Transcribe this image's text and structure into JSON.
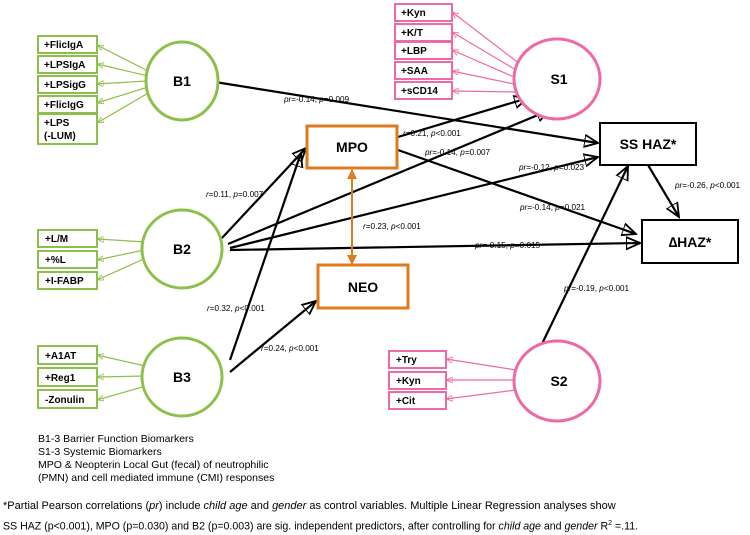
{
  "nodes": {
    "B1": "B1",
    "B2": "B2",
    "B3": "B3",
    "S1": "S1",
    "S2": "S2",
    "MPO": "MPO",
    "NEO": "NEO",
    "SSHAZ": "SS HAZ*",
    "DHAZ": "∆HAZ*"
  },
  "indicators": {
    "B1": [
      "+FlicIgA",
      "+LPSIgA",
      "+LPSigG",
      "+FlicIgG",
      "+LPS",
      "(-LUM)"
    ],
    "B2": [
      "+L/M",
      "+%L",
      "+I-FABP"
    ],
    "B3": [
      "+A1AT",
      "+Reg1",
      "-Zonulin"
    ],
    "S1": [
      "+Kyn",
      "+K/T",
      "+LBP",
      "+SAA",
      "+sCD14"
    ],
    "S2": [
      "+Try",
      "+Kyn",
      "+Cit"
    ]
  },
  "edge_labels": {
    "b1_sshaz": {
      "stat": "pr",
      "val": "=-0.14, ",
      "p": "p",
      "pval": "=0.009"
    },
    "mpo_s1": {
      "stat": "r",
      "val": "=0.21, ",
      "p": "p",
      "pval": "<0.001"
    },
    "b2_s1": {
      "stat": "pr",
      "val": "=-0.14, ",
      "p": "p",
      "pval": "=0.007"
    },
    "b2_sshaz": {
      "stat": "pr",
      "val": "=-0.12, ",
      "p": "p",
      "pval": "=0.023"
    },
    "mpo_dhaz": {
      "stat": "pr",
      "val": "=-0.14, ",
      "p": "p",
      "pval": "=0.021"
    },
    "b2_mpo": {
      "stat": "r",
      "val": "=0.11, ",
      "p": "p",
      "pval": "=0.007"
    },
    "mpo_neo": {
      "stat": "r",
      "val": "=0.23, ",
      "p": "p",
      "pval": "<0.001"
    },
    "b2_dhaz": {
      "stat": "pr",
      "val": "=-0.15, ",
      "p": "p",
      "pval": "=0.015"
    },
    "sshaz_dhaz": {
      "stat": "pr",
      "val": "=-0.26, ",
      "p": "p",
      "pval": "<0.001"
    },
    "s2_sshaz": {
      "stat": "pr",
      "val": "=-0.19, ",
      "p": "p",
      "pval": "<0.001"
    },
    "b3_mpo": {
      "stat": "r",
      "val": "=0.32, ",
      "p": "p",
      "pval": "<0.001"
    },
    "b3_neo": {
      "stat": "r",
      "val": "=0.24, ",
      "p": "p",
      "pval": "<0.001"
    }
  },
  "legend": [
    "B1-3 Barrier Function Biomarkers",
    "S1-3  Systemic Biomarkers",
    "MPO & Neopterin Local Gut (fecal) of neutrophilic",
    "(PMN) and cell mediated immune (CMI) responses"
  ],
  "footnote": {
    "l1a": "*Partial Pearson correlations (",
    "l1b": "pr",
    "l1c": ") include ",
    "l1d": "child age",
    "l1e": " and ",
    "l1f": "gender",
    "l1g": " as control variables.  Multiple Linear Regression analyses show",
    "l2a": " SS HAZ (p<0.001),  MPO (p=0.030) and B2 (p=0.003) are sig. independent predictors, after controlling for ",
    "l2b": "child age",
    "l2c": " and ",
    "l2d": "gender",
    "l2e": " R",
    "l2f": "2",
    "l2g": " =.11."
  },
  "colors": {
    "barrier": "#8dc04a",
    "systemic": "#ee6aa7",
    "local": "#e07a1f",
    "outcome": "#000000"
  }
}
